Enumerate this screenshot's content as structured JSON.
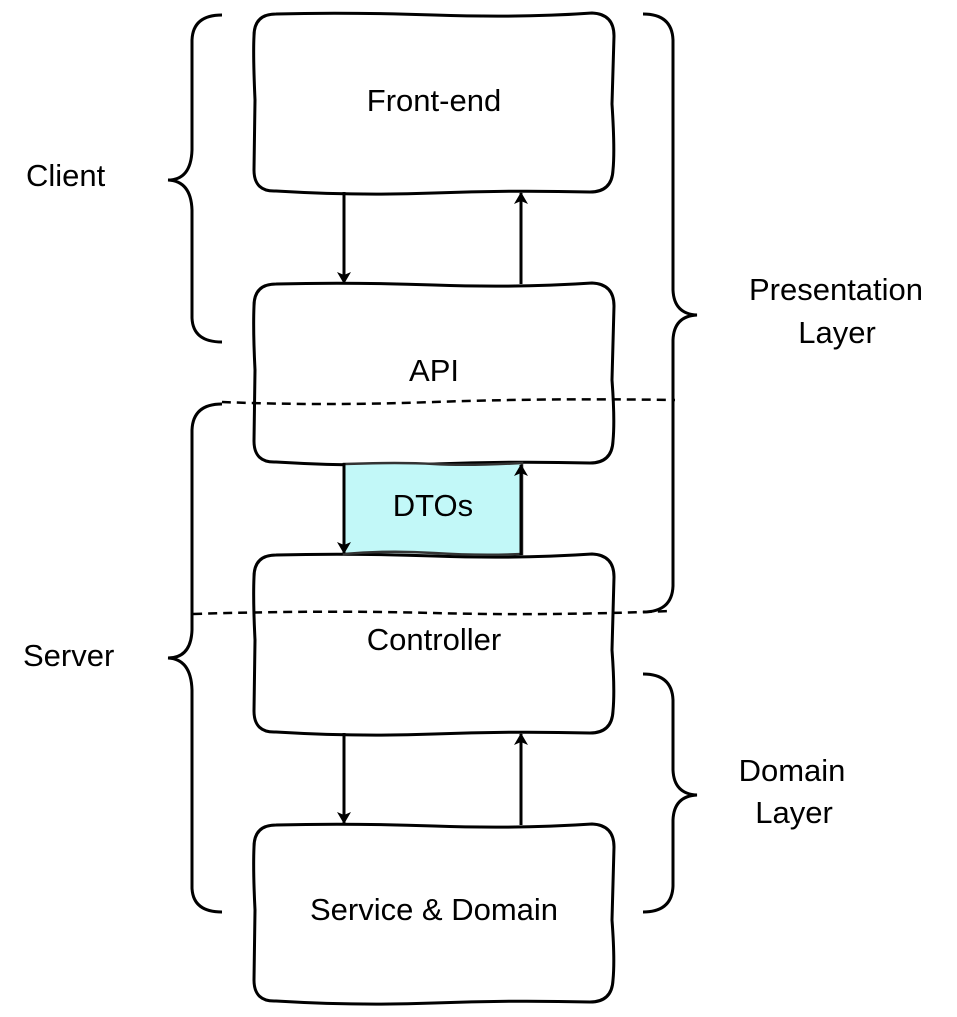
{
  "colors": {
    "stroke": "#000000",
    "background": "#ffffff",
    "dto_fill": "#c2f8f8",
    "dto_glow": "#e9fefe"
  },
  "boxes": {
    "front_end": "Front-end",
    "api": "API",
    "controller": "Controller",
    "service_domain": "Service & Domain"
  },
  "dtos": {
    "label": "DTOs"
  },
  "left_labels": {
    "client": "Client",
    "server": "Server"
  },
  "right_labels": {
    "presentation": [
      "Presentation",
      "Layer"
    ],
    "domain": [
      "Domain",
      "Layer"
    ]
  }
}
